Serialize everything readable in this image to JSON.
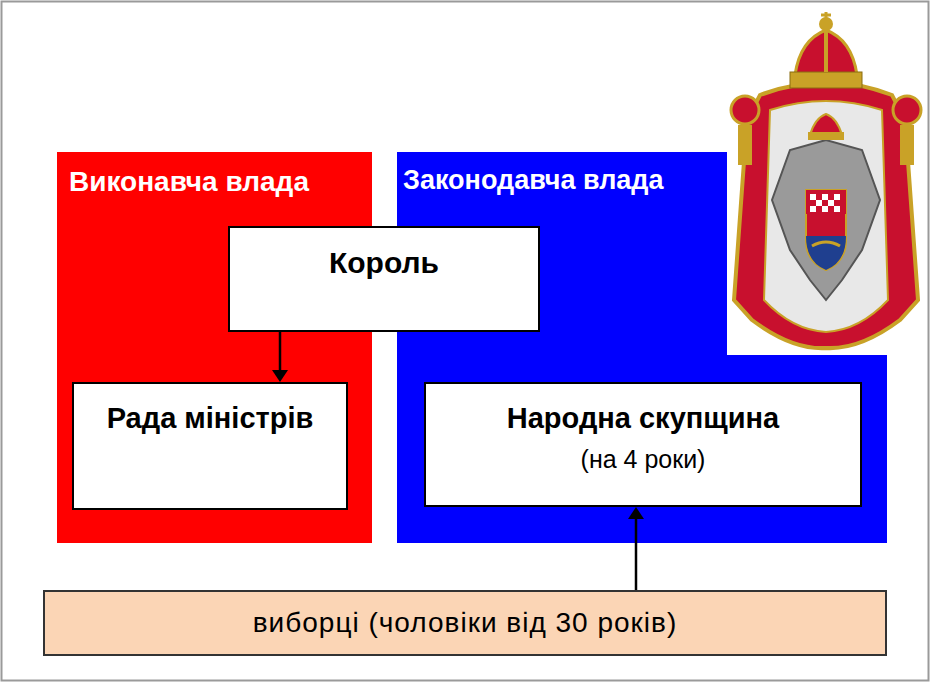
{
  "diagram": {
    "nodes": [
      {
        "text": [
          "Виконавча влада"
        ]
      },
      {
        "text": [
          "Законодавча влада"
        ]
      },
      {
        "text": [
          "Король"
        ]
      },
      {
        "text": [
          "Рада міністрів"
        ],
        "in": 0
      },
      {
        "text": [
          "Народна скупщина",
          "(на 4 роки)"
        ],
        "in": 1
      },
      {
        "text": [
          "виборці (чоловіки від 30 років)"
        ]
      }
    ],
    "edges": [
      {
        "from": 2,
        "to": 3,
        "arrow": "to"
      },
      {
        "from": 5,
        "to": 4,
        "arrow": "to"
      }
    ]
  }
}
